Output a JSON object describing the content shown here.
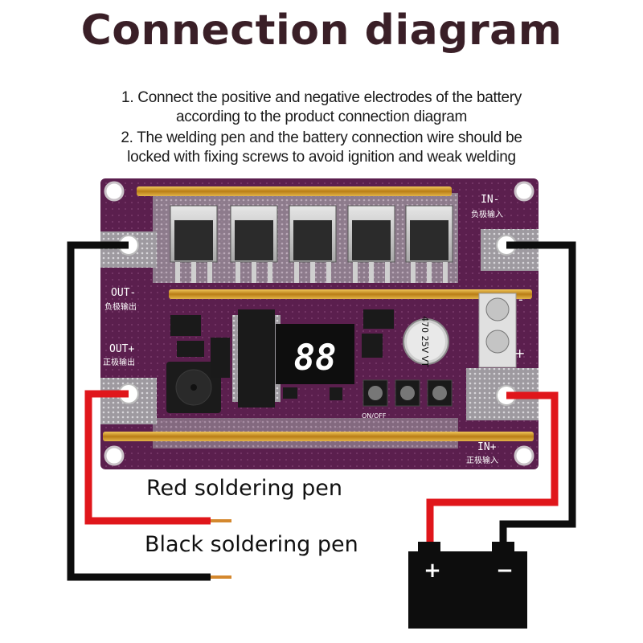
{
  "title": "Connection diagram",
  "instructions": [
    "1. Connect the positive and negative electrodes of the battery",
    "according to the product connection diagram",
    "2. The welding pen and the battery connection wire should be",
    "locked with fixing screws to avoid ignition and weak welding"
  ],
  "board": {
    "label_in_neg": "IN-",
    "label_in_neg_cn": "负极输入",
    "label_out_neg": "OUT-",
    "label_out_neg_cn": "负极输出",
    "label_out_pos": "OUT+",
    "label_out_pos_cn": "正极输出",
    "label_in_pos": "IN+",
    "label_in_pos_cn": "正极输入",
    "display_value": "88",
    "capacitor_text": "470 25V VT",
    "switch_label": "ON/OFF",
    "terminal_minus": "-",
    "terminal_plus": "+"
  },
  "pens": {
    "red_label": "Red soldering pen",
    "black_label": "Black soldering pen"
  },
  "battery": {
    "plus": "+",
    "minus": "−"
  },
  "colors": {
    "board": "#5b1f4e",
    "wire_red": "#e0161b",
    "wire_black": "#0d0d0d",
    "copper_bar": "#c8931f",
    "title": "#3a1f27"
  }
}
